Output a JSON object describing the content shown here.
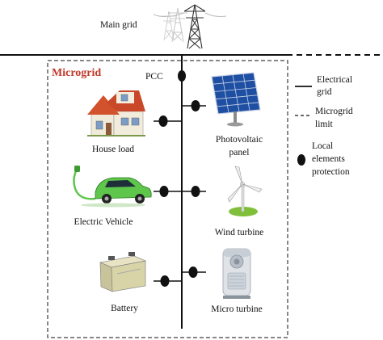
{
  "title": {
    "text": "Microgrid",
    "color": "#c0392b"
  },
  "main_grid_label": "Main grid",
  "pcc_label": "PCC",
  "elements": {
    "house_load": "House load",
    "photovoltaic_line1": "Photovoltaic",
    "photovoltaic_line2": "panel",
    "electric_vehicle": "Electric Vehicle",
    "wind_turbine": "Wind turbine",
    "battery": "Battery",
    "micro_turbine": "Micro turbine"
  },
  "legend": {
    "electrical_grid_line1": "Electrical",
    "electrical_grid_line2": "grid",
    "microgrid_limit_line1": "Microgrid",
    "microgrid_limit_line2": "limit",
    "protection_line1": "Local",
    "protection_line2": "elements",
    "protection_line3": "protection"
  },
  "icons": [
    "transmission-tower-icon",
    "house-icon",
    "solar-panel-icon",
    "electric-car-icon",
    "wind-turbine-icon",
    "battery-icon",
    "micro-turbine-icon",
    "protection-dot-icon"
  ],
  "colors": {
    "line": "#111111",
    "microgrid_title": "#c0392b",
    "house_roof": "#d2522b",
    "car_body": "#5ec64a",
    "solar_blue": "#1e4fa3",
    "wind_grass": "#7fbf3a",
    "battery_body": "#d9d3a8"
  }
}
